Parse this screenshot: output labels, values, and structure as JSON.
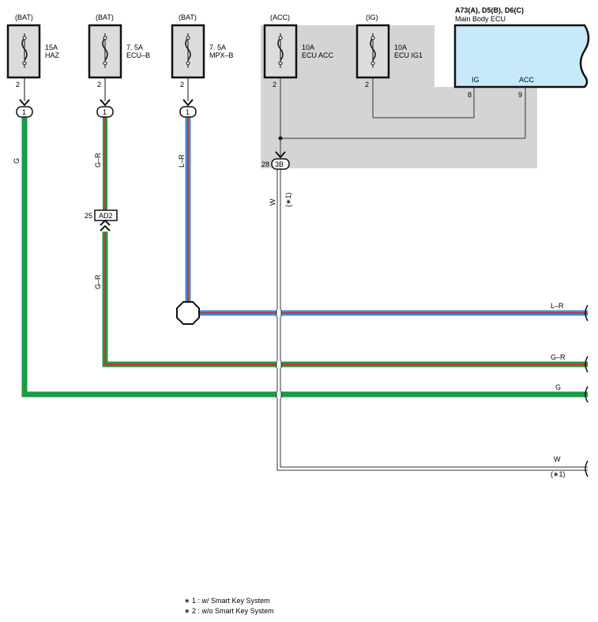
{
  "fuses": [
    {
      "source": "(BAT)",
      "rating": "15A",
      "name": "HAZ",
      "pin": "2",
      "connector": "1"
    },
    {
      "source": "(BAT)",
      "rating": "7. 5A",
      "name": "ECU–B",
      "pin": "2",
      "connector": "1"
    },
    {
      "source": "(BAT)",
      "rating": "7. 5A",
      "name": "MPX–B",
      "pin": "2",
      "connector": "1"
    },
    {
      "source": "(ACC)",
      "rating": "10A",
      "name": "ECU ACC",
      "pin": "2"
    },
    {
      "source": "(IG)",
      "rating": "10A",
      "name": "ECU IG1",
      "pin": "2"
    }
  ],
  "ecu": {
    "code": "A73(A), D5(B), D6(C)",
    "name": "Main Body ECU",
    "pins": [
      {
        "label": "IG",
        "number": "8"
      },
      {
        "label": "ACC",
        "number": "9"
      }
    ]
  },
  "junction": {
    "pin": "28",
    "label": "3B"
  },
  "ad2": {
    "pin": "25",
    "label": "AD2"
  },
  "wires": [
    {
      "id": "g",
      "color_code": "G",
      "colors": [
        "#1a9b46"
      ],
      "label_right": "G",
      "label_vertical": "G"
    },
    {
      "id": "gr",
      "color_code": "G–R",
      "colors": [
        "#1a9b46",
        "#d2342c"
      ],
      "label_right": "G–R",
      "label_vertical_upper": "G–R",
      "label_vertical_lower": "G–R"
    },
    {
      "id": "lr",
      "color_code": "L–R",
      "colors": [
        "#3b8fd9",
        "#d2342c"
      ],
      "label_right": "L–R",
      "label_vertical": "L–R"
    },
    {
      "id": "w",
      "color_code": "W",
      "colors": [
        "#ffffff"
      ],
      "label_right": "W",
      "label_vertical": "W",
      "note": "(∗1)"
    }
  ],
  "footnotes": [
    "∗ 1 : w/ Smart Key System",
    "∗ 2 : w/o Smart Key System"
  ],
  "colors": {
    "fuse_fill": "#dcdcdc",
    "ecu_fill": "#c7e9f9",
    "relay_block_fill": "#d4d4d4"
  }
}
